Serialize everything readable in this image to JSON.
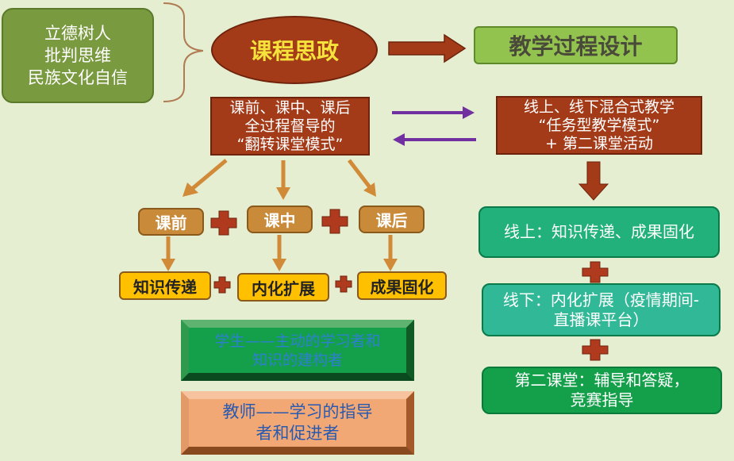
{
  "values_box": {
    "lines": [
      "立德树人",
      "批判思维",
      "民族文化自信"
    ]
  },
  "main_topic": "课程思政",
  "design_title": "教学过程设计",
  "flip_box": {
    "lines": [
      "课前、课中、课后",
      "全过程督导的",
      "“翻转课堂模式”"
    ]
  },
  "mixed_box": {
    "lines": [
      "线上、线下混合式教学",
      "“任务型教学模式”",
      "+ 第二课堂活动"
    ]
  },
  "stages": [
    "课前",
    "课中",
    "课后"
  ],
  "stage_results": [
    "知识传递",
    "内化扩展",
    "成果固化"
  ],
  "student_box": {
    "lines": [
      "学生——主动的学习者和",
      "知识的建构者"
    ]
  },
  "teacher_box": {
    "lines": [
      "教师——学习的指导",
      "者和促进者"
    ]
  },
  "online_box": "线上：知识传递、成果固化",
  "offline_box": {
    "lines": [
      "线下：内化扩展（疫情期间-",
      "直播课平台）"
    ]
  },
  "second_class_box": {
    "lines": [
      "第二课堂：辅导和答疑，",
      "竞赛指导"
    ]
  },
  "colors": {
    "background": "#e6eed1",
    "dark_red": "#a33a18",
    "topic_yellow": "#f5e33c",
    "olive": "#7a9a40",
    "light_green": "#92c34f",
    "stage_orange": "#c98a3a",
    "arrow_orange": "#d08a38",
    "yellow": "#ffc000",
    "plus_red": "#b03a1e",
    "purple": "#7030a0",
    "teal": "#22b17a",
    "green": "#14a04a",
    "student_text": "#2f7fd0",
    "teacher_box": "#f2a874",
    "teacher_text": "#2a5ab0"
  }
}
